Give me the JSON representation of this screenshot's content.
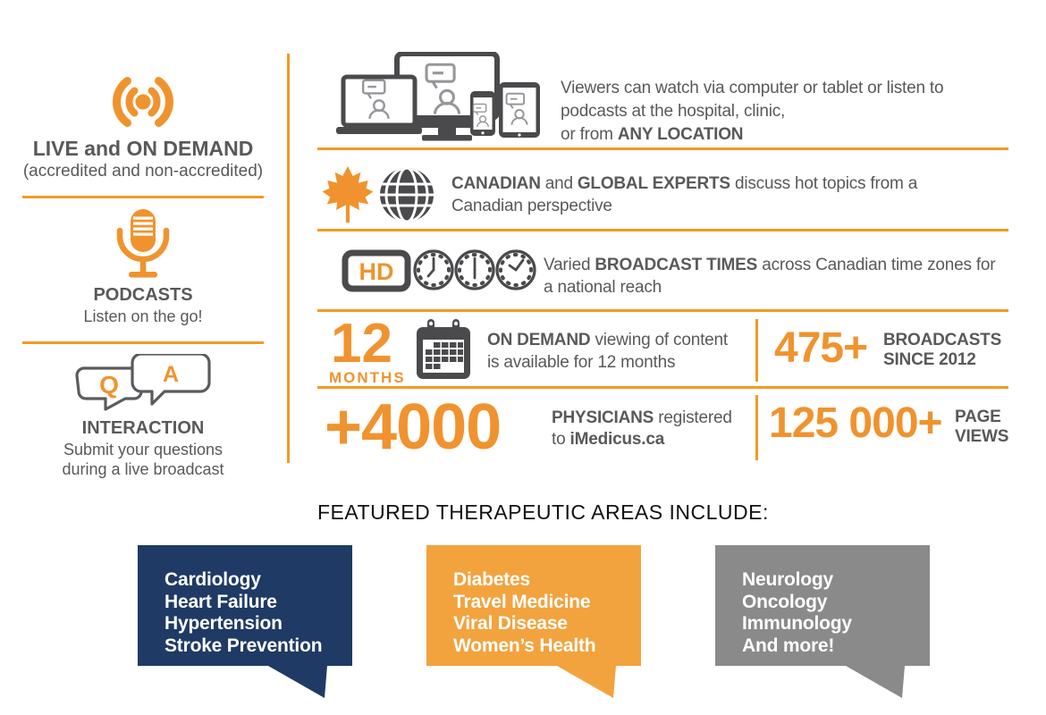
{
  "colors": {
    "accent_orange": "#F0932E",
    "divider_orange": "#F29A22",
    "text_gray": "#58595B",
    "icon_gray": "#4A4A4D",
    "bubble_navy": "#1F3A64",
    "bubble_orange": "#F2A33E",
    "bubble_gray": "#8A8A8A"
  },
  "left": {
    "live": {
      "title": "LIVE and ON DEMAND",
      "subtitle": "(accredited and non-accredited)"
    },
    "podcasts": {
      "title": "PODCASTS",
      "subtitle": "Listen on the go!"
    },
    "interaction": {
      "title": "INTERACTION",
      "line1": "Submit your questions",
      "line2": "during a live broadcast"
    },
    "qa": {
      "q": "Q",
      "a": "A"
    }
  },
  "rows": [
    {
      "line1": "Viewers can watch via computer or tablet or listen to",
      "line2": "podcasts at the hospital, clinic,",
      "line3_prefix": "or from",
      "line3_bold": "ANY LOCATION"
    },
    {
      "bold1": "CANADIAN",
      "mid": "and",
      "bold2": "GLOBAL EXPERTS",
      "rest": "discuss hot topics from a",
      "line2": "Canadian perspective"
    },
    {
      "hd": "HD",
      "prefix": "Varied",
      "bold": "BROADCAST TIMES",
      "rest": "across Canadian time zones for",
      "line2": "a national reach"
    },
    {
      "number": "12",
      "unit": "MONTHS",
      "bold": "ON DEMAND",
      "rest": "viewing of content",
      "line2": "is available for 12 months",
      "stat": "475+",
      "stat_line1": "BROADCASTS",
      "stat_line2": "SINCE 2012"
    },
    {
      "number": "+4000",
      "bold": "PHYSICIANS",
      "rest": "registered",
      "line2_prefix": "to",
      "line2_bold": "iMedicus.ca",
      "stat": "125 000+",
      "stat_line1": "PAGE",
      "stat_line2": "VIEWS"
    }
  ],
  "featured": {
    "heading": "FEATURED THERAPEUTIC AREAS INCLUDE:",
    "bubbles": [
      {
        "color": "#1F3A64",
        "lines": [
          "Cardiology",
          "Heart Failure",
          "Hypertension",
          "Stroke Prevention"
        ]
      },
      {
        "color": "#F2A33E",
        "lines": [
          "Diabetes",
          "Travel Medicine",
          "Viral Disease",
          "Women’s Health"
        ]
      },
      {
        "color": "#8A8A8A",
        "lines": [
          "Neurology",
          "Oncology",
          "Immunology",
          "And more!"
        ]
      }
    ]
  }
}
